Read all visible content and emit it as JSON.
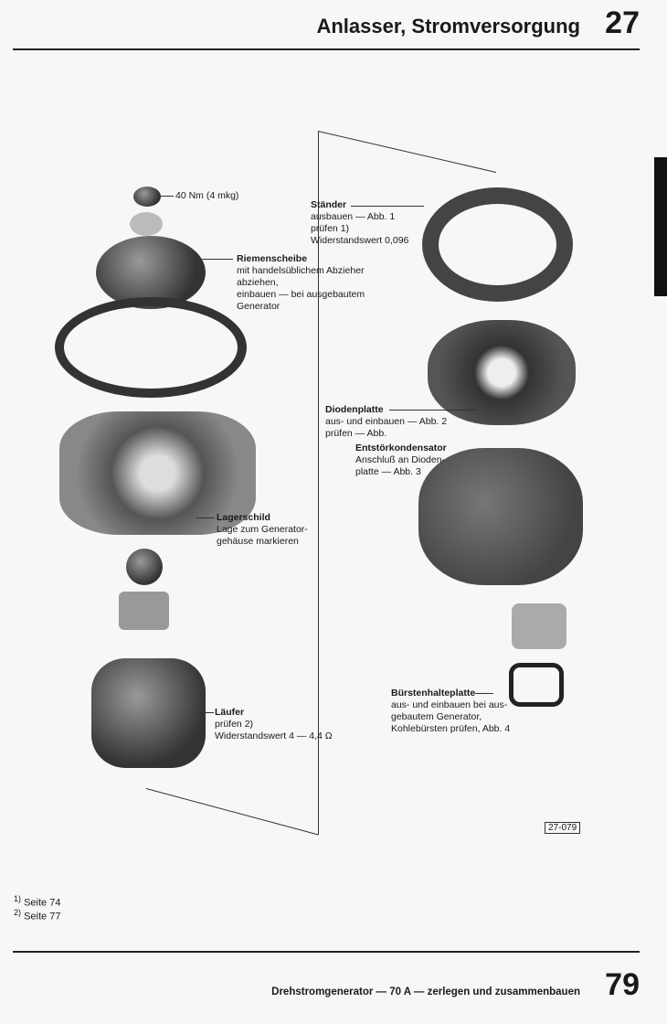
{
  "header": {
    "title": "Anlasser, Stromversorgung",
    "chapter": "27"
  },
  "labels": {
    "nut": "40 Nm (4 mkg)",
    "staender": {
      "title": "Ständer",
      "lines": [
        "ausbauen — Abb. 1",
        "prüfen 1)",
        "Widerstandswert 0,096"
      ]
    },
    "riemenscheibe": {
      "title": "Riemenscheibe",
      "lines": [
        "mit handelsüblichem Abzieher",
        "abziehen,",
        "einbauen — bei ausgebautem",
        "Generator"
      ]
    },
    "diodenplatte": {
      "title": "Diodenplatte",
      "lines": [
        "aus- und einbauen — Abb. 2",
        "prüfen — Abb."
      ]
    },
    "entstoer": {
      "title": "Entstörkondensator",
      "lines": [
        "Anschluß an Dioden-",
        "platte — Abb. 3"
      ]
    },
    "lagerschild": {
      "title": "Lagerschild",
      "lines": [
        "Lage zum Generator-",
        "gehäuse markieren"
      ]
    },
    "laeufer": {
      "title": "Läufer",
      "lines": [
        "prüfen 2)",
        "Widerstandswert 4 — 4,4 Ω"
      ]
    },
    "buerste": {
      "title": "Bürstenhalteplatte",
      "lines": [
        "aus- und einbauen bei aus-",
        "gebautem Generator,",
        "Kohlebürsten prüfen, Abb. 4"
      ]
    }
  },
  "figure_number": "27-079",
  "footnotes": [
    {
      "mark": "1)",
      "text": "Seite 74"
    },
    {
      "mark": "2)",
      "text": "Seite 77"
    }
  ],
  "footer": {
    "title": "Drehstromgenerator — 70 A — zerlegen und zusammenbauen",
    "page": "79"
  }
}
